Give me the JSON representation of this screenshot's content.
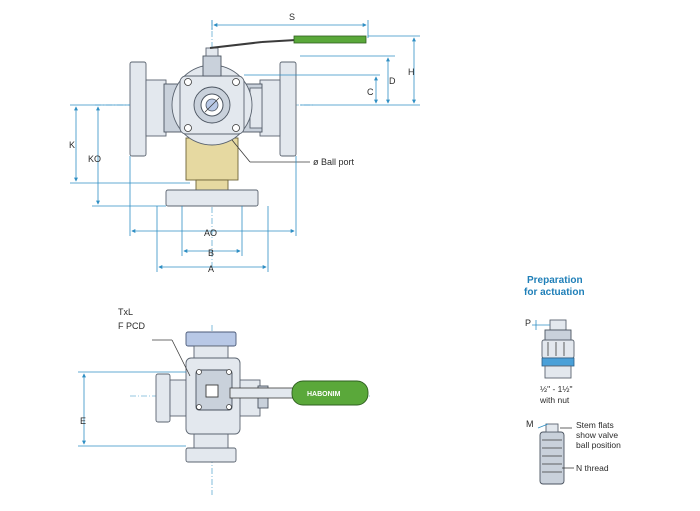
{
  "labels": {
    "S": "S",
    "H": "H",
    "D": "D",
    "C": "C",
    "K": "K",
    "KO": "KO",
    "ball_port": "ø Ball port",
    "AO": "AO",
    "B": "B",
    "A": "A",
    "E": "E",
    "TxL": "TxL",
    "F_PCD": "F PCD",
    "P": "P",
    "M": "M",
    "nut_size": "½\" - 1½\"",
    "with_nut": "with nut",
    "stem_flats_1": "Stem flats",
    "stem_flats_2": "show valve",
    "stem_flats_3": "ball position",
    "n_thread": "N thread"
  },
  "actuation_title": {
    "line1": "Preparation",
    "line2": "for actuation"
  },
  "handle_brand": "HABONIM",
  "colors": {
    "dimension": "#2f8fc4",
    "handle_green": "#5aa83a",
    "title_blue": "#1f7fb8",
    "brass": "#e6d9a1",
    "flange_blue": "#b8c8e6",
    "body_grey": "#e3e8ee"
  }
}
